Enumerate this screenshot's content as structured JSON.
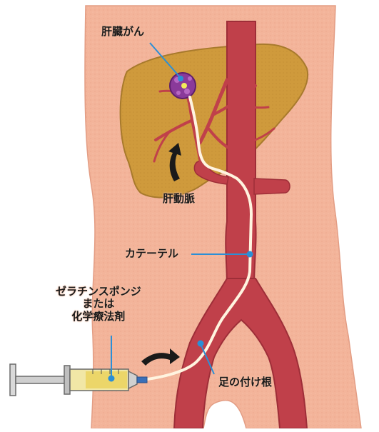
{
  "labels": {
    "liver_cancer": "肝臓がん",
    "hepatic_artery": "肝動脈",
    "catheter": "カテーテル",
    "embolic_line1": "ゼラチンスポンジ",
    "embolic_line2": "または",
    "embolic_line3": "化学療法剤",
    "groin": "足の付け根"
  },
  "colors": {
    "skin": "#f3b49a",
    "liver": "#cf9a3c",
    "artery": "#c0404a",
    "catheter": "#fff4e0",
    "pointer": "#2b8fd6",
    "tumor": "#8a3a9a"
  }
}
